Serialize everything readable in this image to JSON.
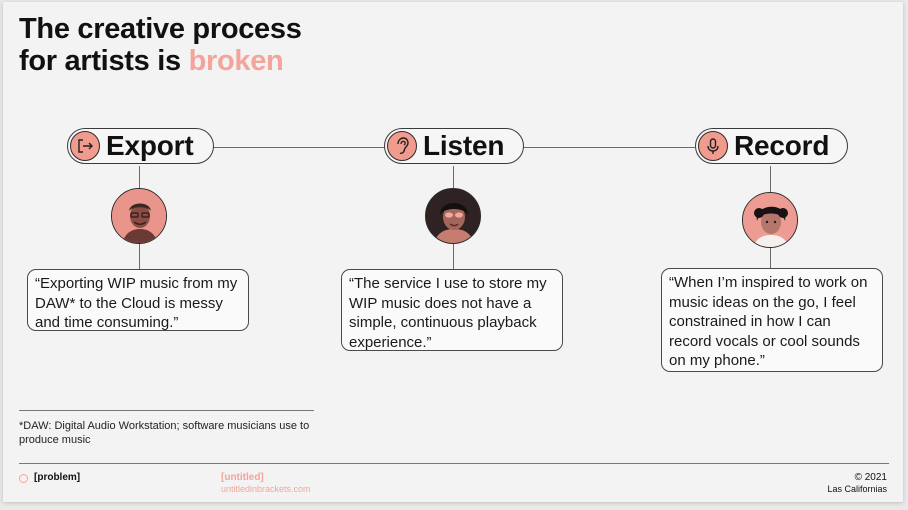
{
  "title": {
    "line1": "The creative process",
    "line2_prefix": "for artists is ",
    "line2_accent": "broken"
  },
  "colors": {
    "accent": "#f4a49a",
    "icon_fill": "#f19a8e",
    "line": "#6a6a6a"
  },
  "steps": [
    {
      "label": "Export",
      "icon": "export-icon",
      "quote": "“Exporting WIP music from my DAW* to the Cloud is messy and time consuming.”"
    },
    {
      "label": "Listen",
      "icon": "ear-icon",
      "quote": "“The service I use to store my WIP music does not have a simple, continuous playback experience.”"
    },
    {
      "label": "Record",
      "icon": "microphone-icon",
      "quote": "“When I’m inspired to work on music ideas on the go, I feel constrained in how I can record vocals or cool sounds on my phone.”"
    }
  ],
  "footnote": "*DAW:  Digital Audio Workstation; software musicians use to produce music",
  "footer": {
    "section": "[problem]",
    "brand": "[untitled]",
    "url": "untitledinbrackets.com",
    "copyright": "© 2021",
    "location": "Las Californias"
  }
}
